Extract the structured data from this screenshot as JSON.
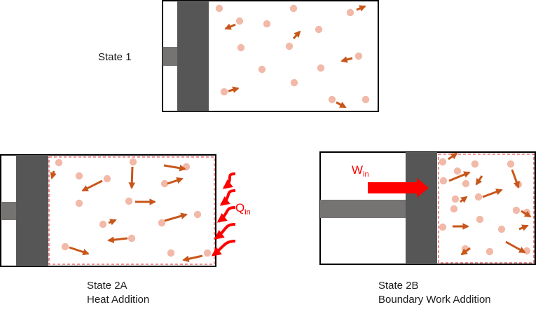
{
  "labels": {
    "state1": "State 1",
    "state2a_title": "State 2A",
    "state2a_subtitle": "Heat Addition",
    "state2b_title": "State 2B",
    "state2b_subtitle": "Boundary Work Addition",
    "work_symbol": "W",
    "work_subscript": "in",
    "heat_symbol": "Q",
    "heat_subscript": "in"
  },
  "colors": {
    "cylinder_outline": "#000000",
    "piston": "#565656",
    "piston_rod": "#767373",
    "molecule": "#f2b9a8",
    "velocity_arrow": "#c8561a",
    "heat_and_work": "#ff0000",
    "text": "#1a1a1a"
  }
}
